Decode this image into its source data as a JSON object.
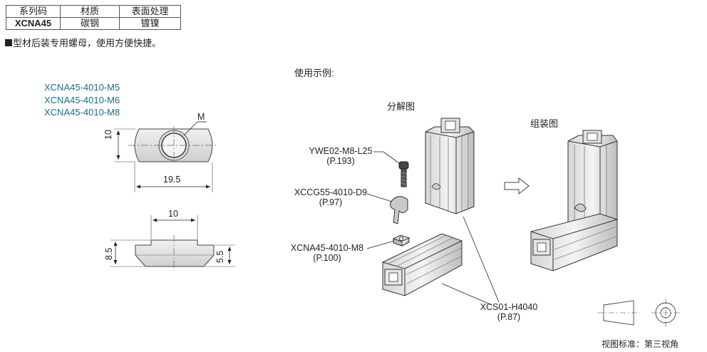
{
  "spec_table": {
    "headers": [
      "系列码",
      "材质",
      "表面处理"
    ],
    "rows": [
      [
        "XCNA45",
        "碳钢",
        "镀镍"
      ]
    ]
  },
  "note": "型材后装专用螺母，使用方便快捷。",
  "part_numbers": [
    "XCNA45-4010-M5",
    "XCNA45-4010-M6",
    "XCNA45-4010-M8"
  ],
  "dimensions": {
    "thread": "M",
    "height_top": "10",
    "length": "19.5",
    "top_width": "10",
    "total_height": "8.5",
    "flange_height": "5.5"
  },
  "example_title": "使用示例:",
  "exploded_label": "分解图",
  "assembled_label": "组装图",
  "callouts": [
    {
      "code": "YWE02-M8-L25",
      "page": "(P.193)"
    },
    {
      "code": "XCCG55-4010-D9",
      "page": "(P.97)"
    },
    {
      "code": "XCNA45-4010-M8",
      "page": "(P.100)"
    },
    {
      "code": "XCS01-H4040",
      "page": "(P.87)"
    }
  ],
  "projection_label": "视图标准：第三视角"
}
